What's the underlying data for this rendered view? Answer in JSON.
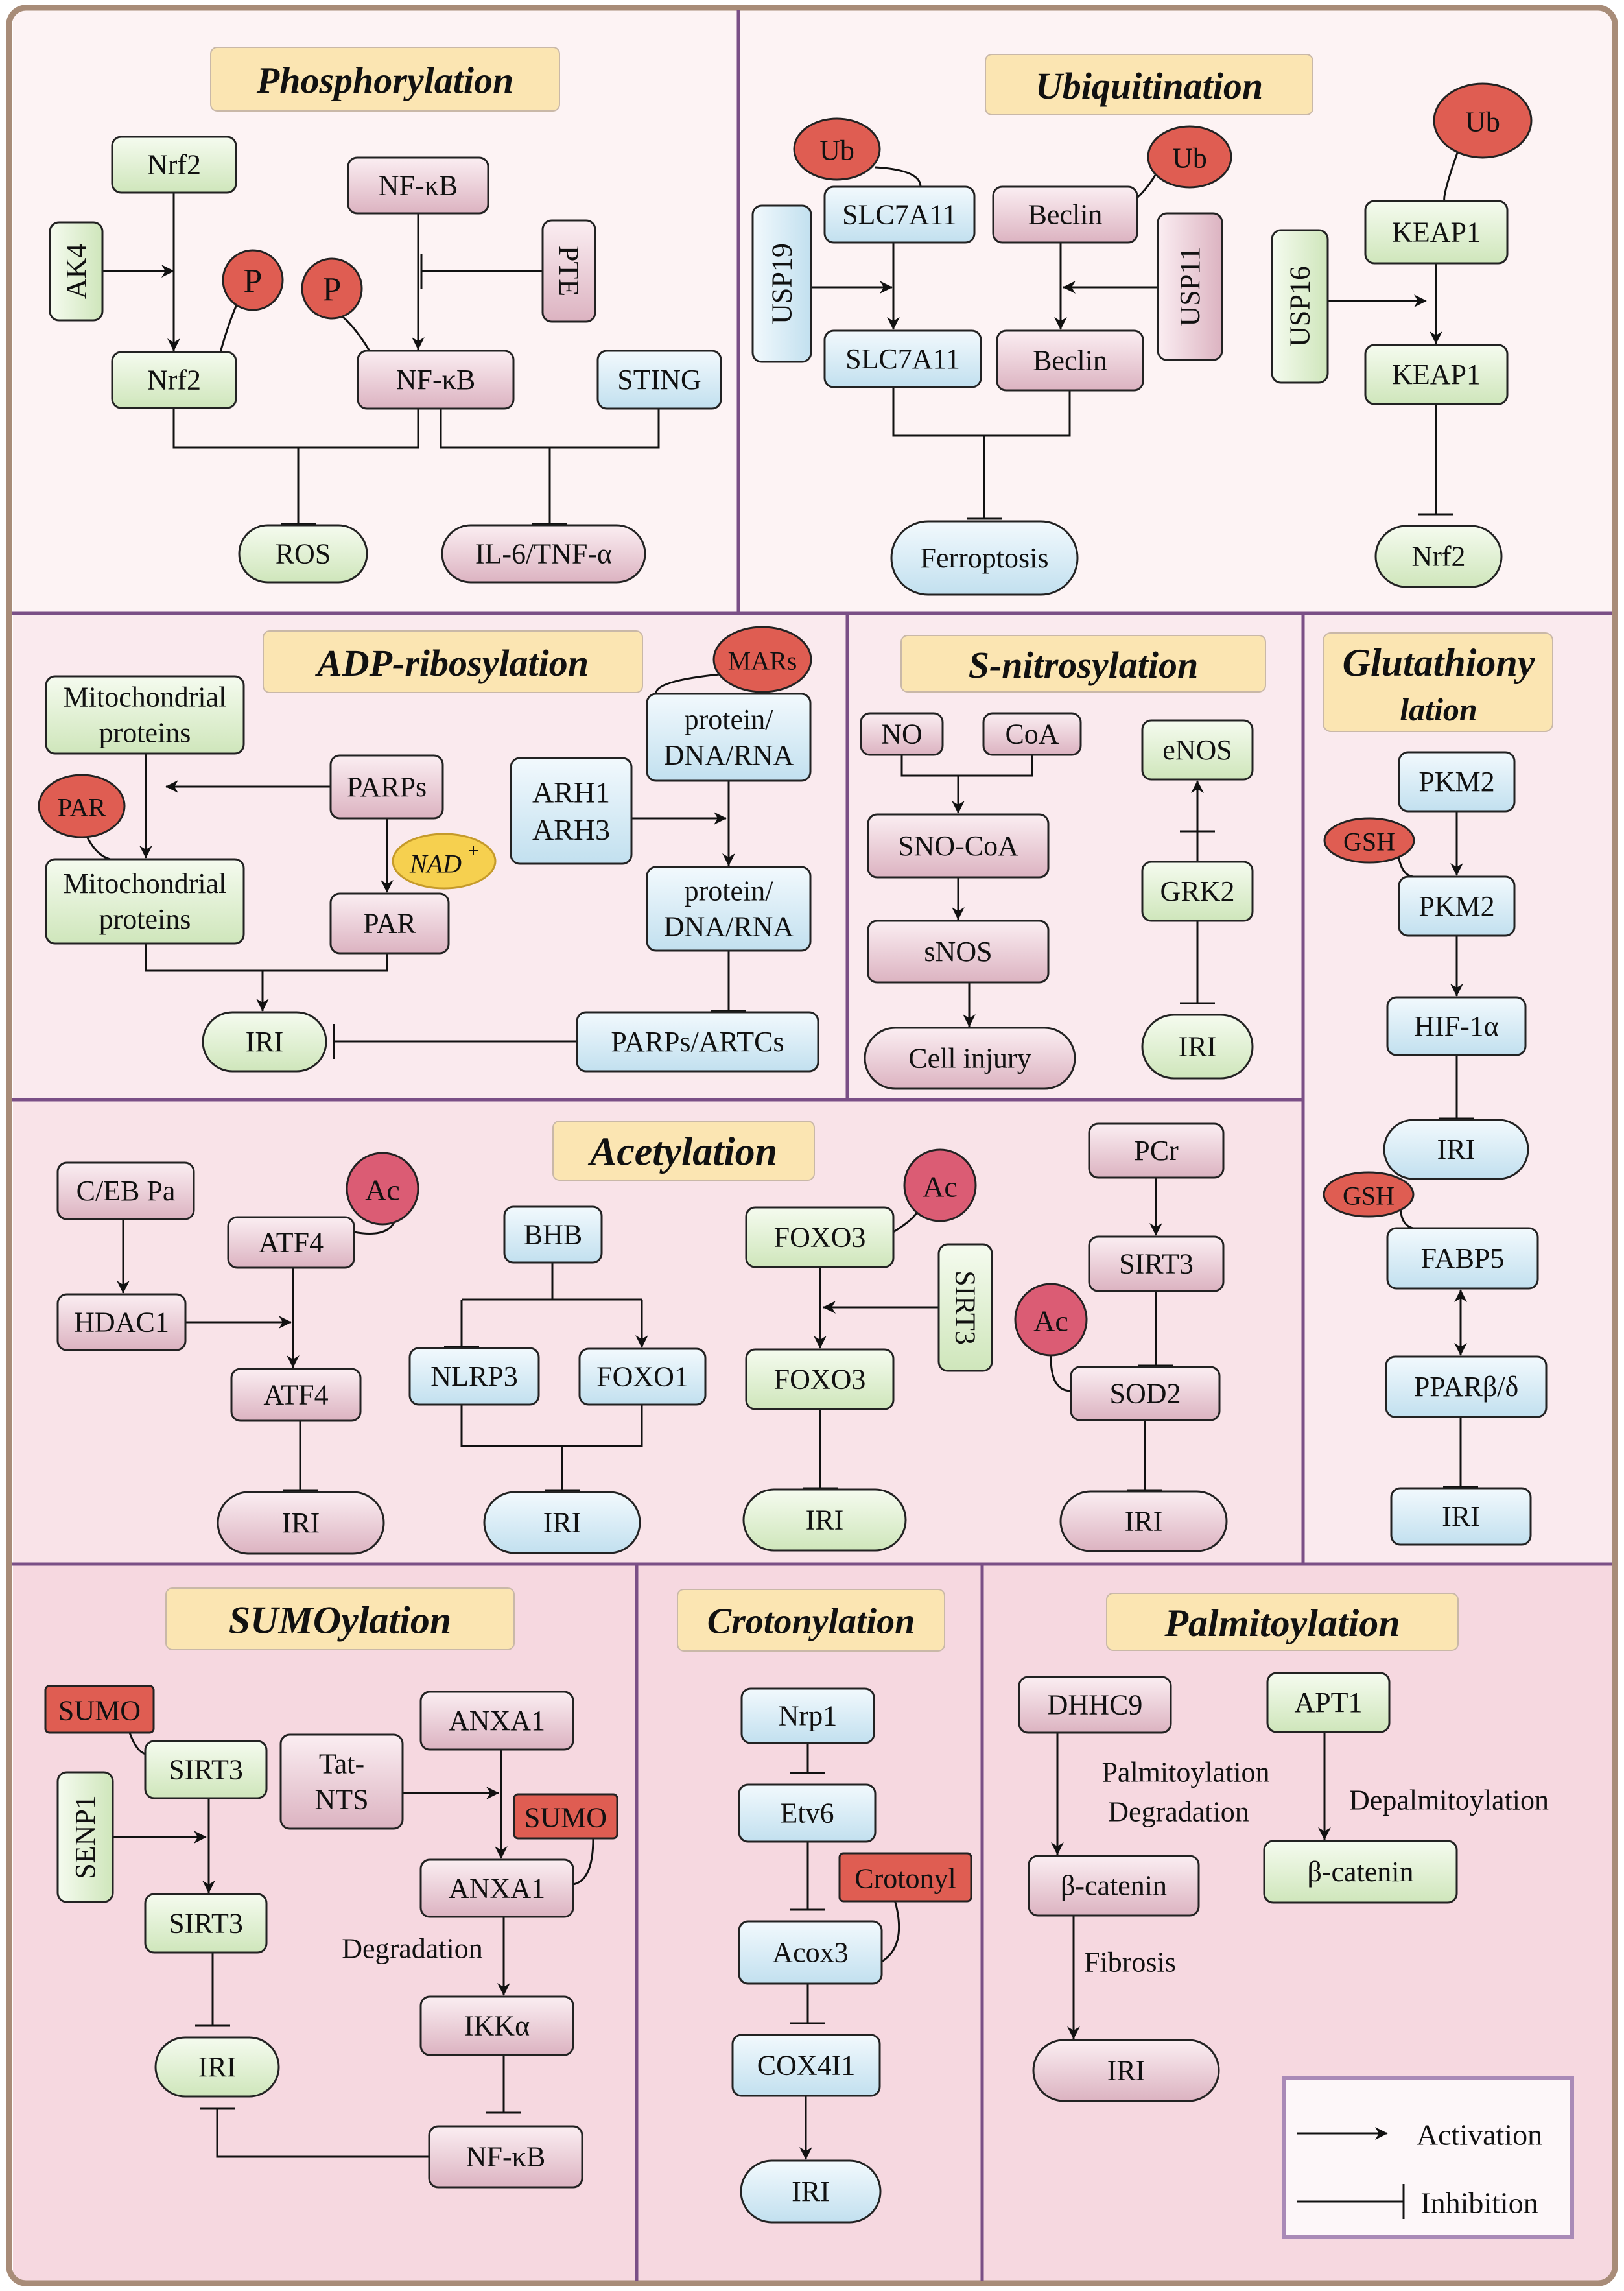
{
  "colors": {
    "frame": "#a88c78",
    "divider": "#7a4f86",
    "pink_box_top": "#fbeef2",
    "pink_box_bottom": "#dcb3c1",
    "blue_box_top": "#f2f9fd",
    "blue_box_bottom": "#c2e0ef",
    "green_box_top": "#f5fbef",
    "green_box_bottom": "#cfe6bb",
    "title_bg": "#fbe5b2",
    "modifier_red": "#df5d52",
    "ac_pink": "#db5c74",
    "nad_yellow": "#f6d04f",
    "panel_light": "#fdf3f4",
    "panel_mid": "#faeaee",
    "panel_dark": "#f7dde4"
  },
  "legend": {
    "activation": "Activation",
    "inhibition": "Inhibition"
  },
  "panels": {
    "phosphorylation": {
      "title": "Phosphorylation",
      "nodes": [
        "Nrf2",
        "AK4",
        "Nrf2",
        "NF-κB",
        "PTE",
        "NF-κB",
        "STING",
        "ROS",
        "IL-6/TNF-α"
      ],
      "mods": [
        "P",
        "P"
      ]
    },
    "ubiquitination": {
      "title": "Ubiquitination",
      "nodes": [
        "SLC7A11",
        "Beclin",
        "USP19",
        "SLC7A11",
        "USP11",
        "Beclin",
        "Ferroptosis",
        "KEAP1",
        "USP16",
        "KEAP1",
        "Nrf2"
      ],
      "mods": [
        "Ub",
        "Ub",
        "Ub"
      ]
    },
    "adp_ribosylation": {
      "title": "ADP-ribosylation",
      "nodes": [
        "Mitochondrial proteins",
        "PARPs",
        "Mitochondrial proteins",
        "PAR",
        "protein/ DNA/RNA",
        "ARH1 ARH3",
        "protein/ DNA/RNA",
        "IRI",
        "PARPs/ARTCs"
      ],
      "mods": [
        "PAR",
        "MARs"
      ],
      "nad": "NAD",
      "nad_sup": "+"
    },
    "s_nitrosylation": {
      "title": "S-nitrosylation",
      "nodes": [
        "NO",
        "CoA",
        "SNO-CoA",
        "sNOS",
        "Cell injury",
        "eNOS",
        "GRK2",
        "IRI"
      ]
    },
    "glutathionylation": {
      "title_line1": "Glutathiony",
      "title_line2": "lation",
      "nodes": [
        "PKM2",
        "PKM2",
        "HIF-1α",
        "IRI",
        "FABP5",
        "PPARβ/δ",
        "IRI"
      ],
      "mods": [
        "GSH",
        "GSH"
      ]
    },
    "acetylation": {
      "title": "Acetylation",
      "nodes": [
        "C/EB Pa",
        "HDAC1",
        "ATF4",
        "ATF4",
        "IRI",
        "BHB",
        "NLRP3",
        "FOXO1",
        "IRI",
        "FOXO3",
        "SIRT3",
        "FOXO3",
        "IRI",
        "PCr",
        "SIRT3",
        "SOD2",
        "IRI"
      ],
      "mods": [
        "Ac",
        "Ac",
        "Ac"
      ]
    },
    "sumoylation": {
      "title": "SUMOylation",
      "nodes": [
        "SIRT3",
        "SENP1",
        "SIRT3",
        "IRI",
        "Tat- NTS",
        "ANXA1",
        "ANXA1",
        "IKKα",
        "NF-κB"
      ],
      "mods": [
        "SUMO",
        "SUMO"
      ],
      "note": "Degradation"
    },
    "crotonylation": {
      "title": "Crotonylation",
      "nodes": [
        "Nrp1",
        "Etv6",
        "Acox3",
        "COX4I1",
        "IRI"
      ],
      "mods": [
        "Crotonyl"
      ]
    },
    "palmitoylation": {
      "title": "Palmitoylation",
      "nodes": [
        "DHHC9",
        "β-catenin",
        "IRI",
        "APT1",
        "β-catenin"
      ],
      "notes": [
        "Palmitoylation",
        "Degradation",
        "Fibrosis",
        "Depalmitoylation"
      ]
    }
  }
}
